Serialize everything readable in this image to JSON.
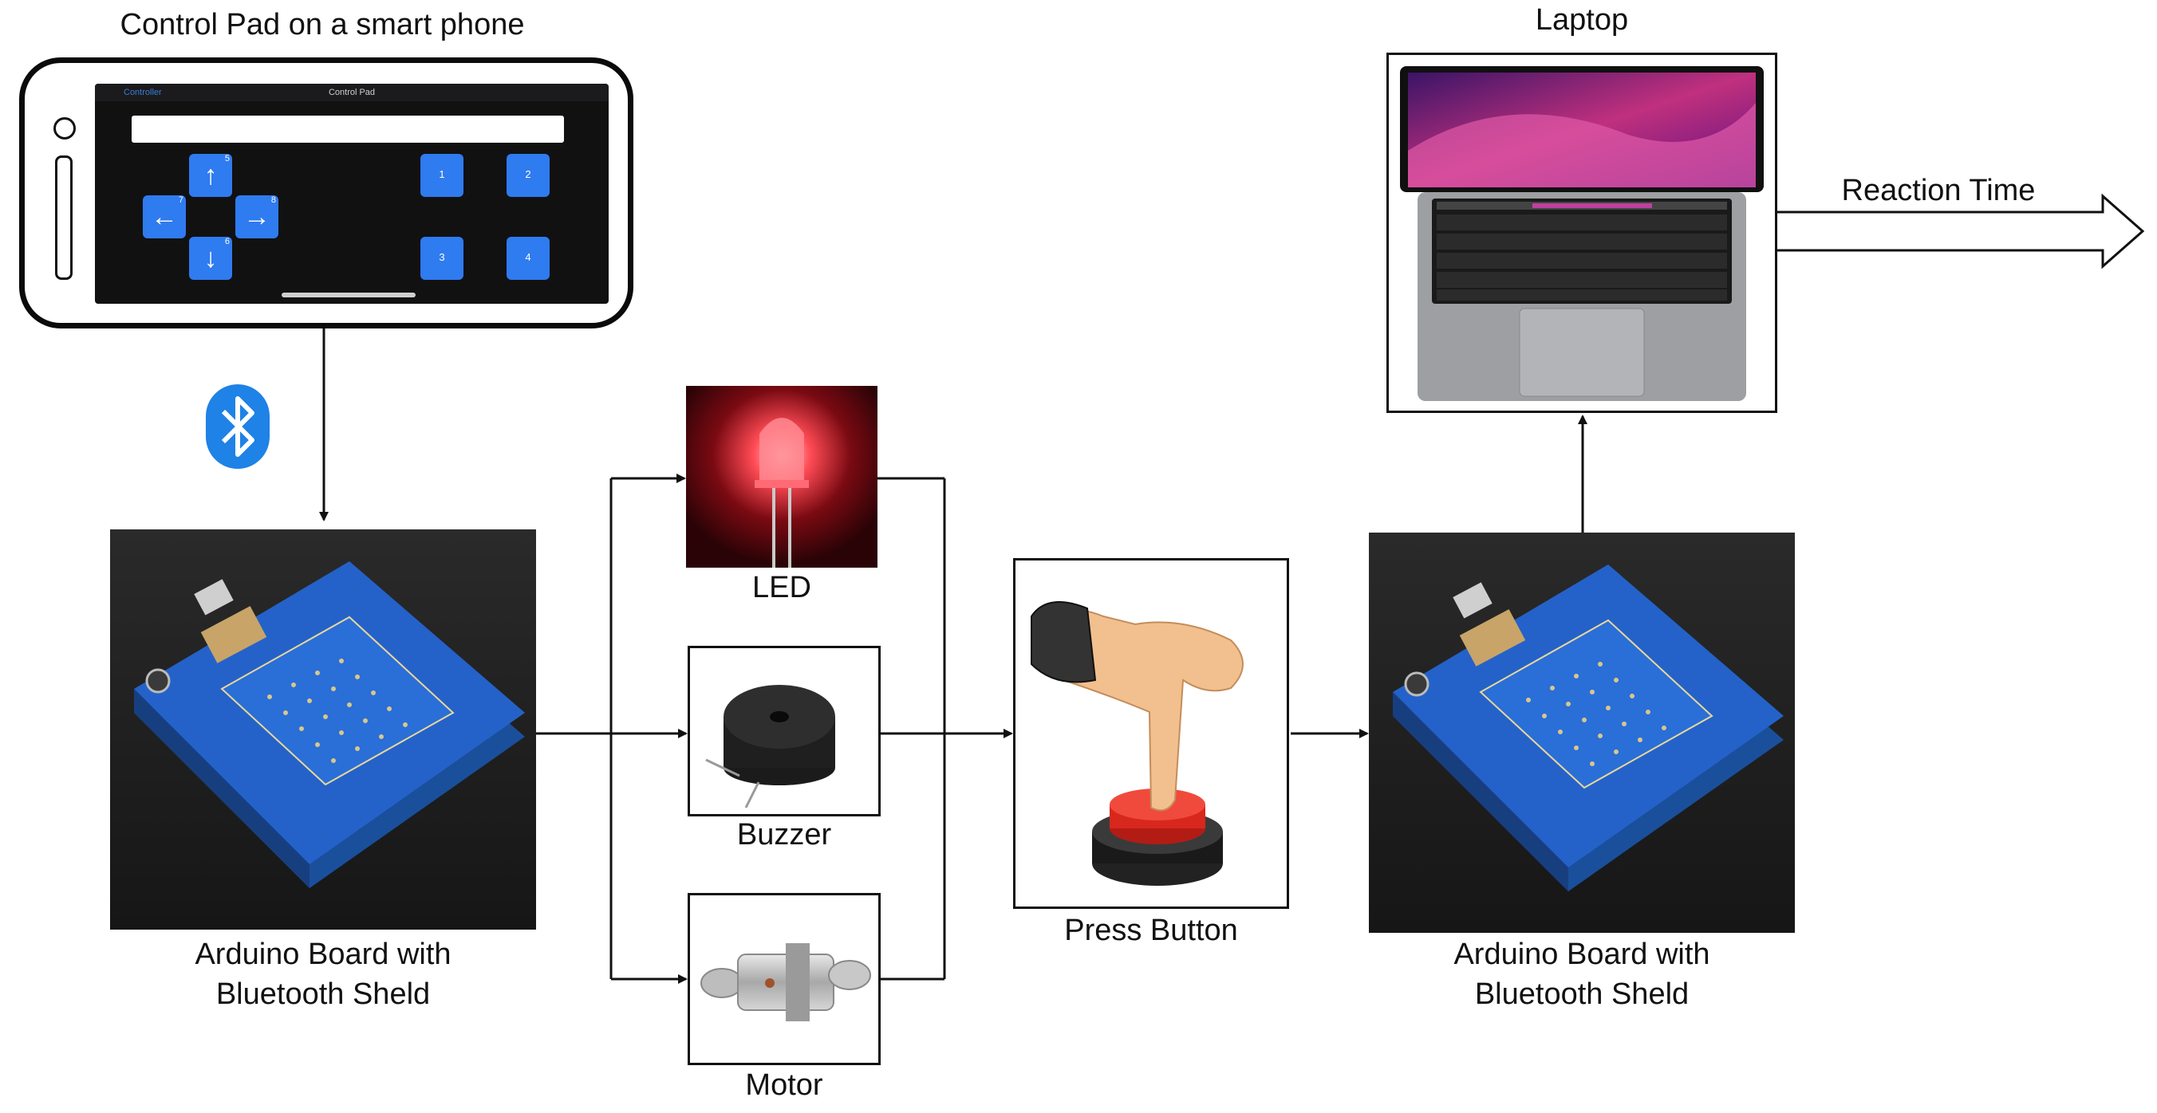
{
  "labels": {
    "control_pad": "Control Pad on a smart phone",
    "laptop": "Laptop",
    "reaction_time": "Reaction Time",
    "led": "LED",
    "buzzer": "Buzzer",
    "motor": "Motor",
    "press_button": "Press Button",
    "arduino_left_line1": "Arduino Board with",
    "arduino_left_line2": "Bluetooth Sheld",
    "arduino_right_line1": "Arduino Board with",
    "arduino_right_line2": "Bluetooth Sheld"
  },
  "phone_screen": {
    "back_label": "Controller",
    "title": "Control Pad",
    "dpad": [
      {
        "name": "up",
        "arrow": "↑",
        "sub": "5"
      },
      {
        "name": "left",
        "arrow": "←",
        "sub": "7"
      },
      {
        "name": "right",
        "arrow": "→",
        "sub": "8"
      },
      {
        "name": "down",
        "arrow": "↓",
        "sub": "6"
      }
    ],
    "buttons": [
      "1",
      "2",
      "3",
      "4"
    ]
  },
  "colors": {
    "pad_blue": "#2f7bf0",
    "bluetooth_blue": "#1e82e6",
    "board_blue": "#2060c8",
    "led_red": "#e02030",
    "button_red": "#d8281e"
  },
  "icons": [
    "bluetooth-icon",
    "arrow-up-icon",
    "arrow-left-icon",
    "arrow-right-icon",
    "arrow-down-icon"
  ]
}
